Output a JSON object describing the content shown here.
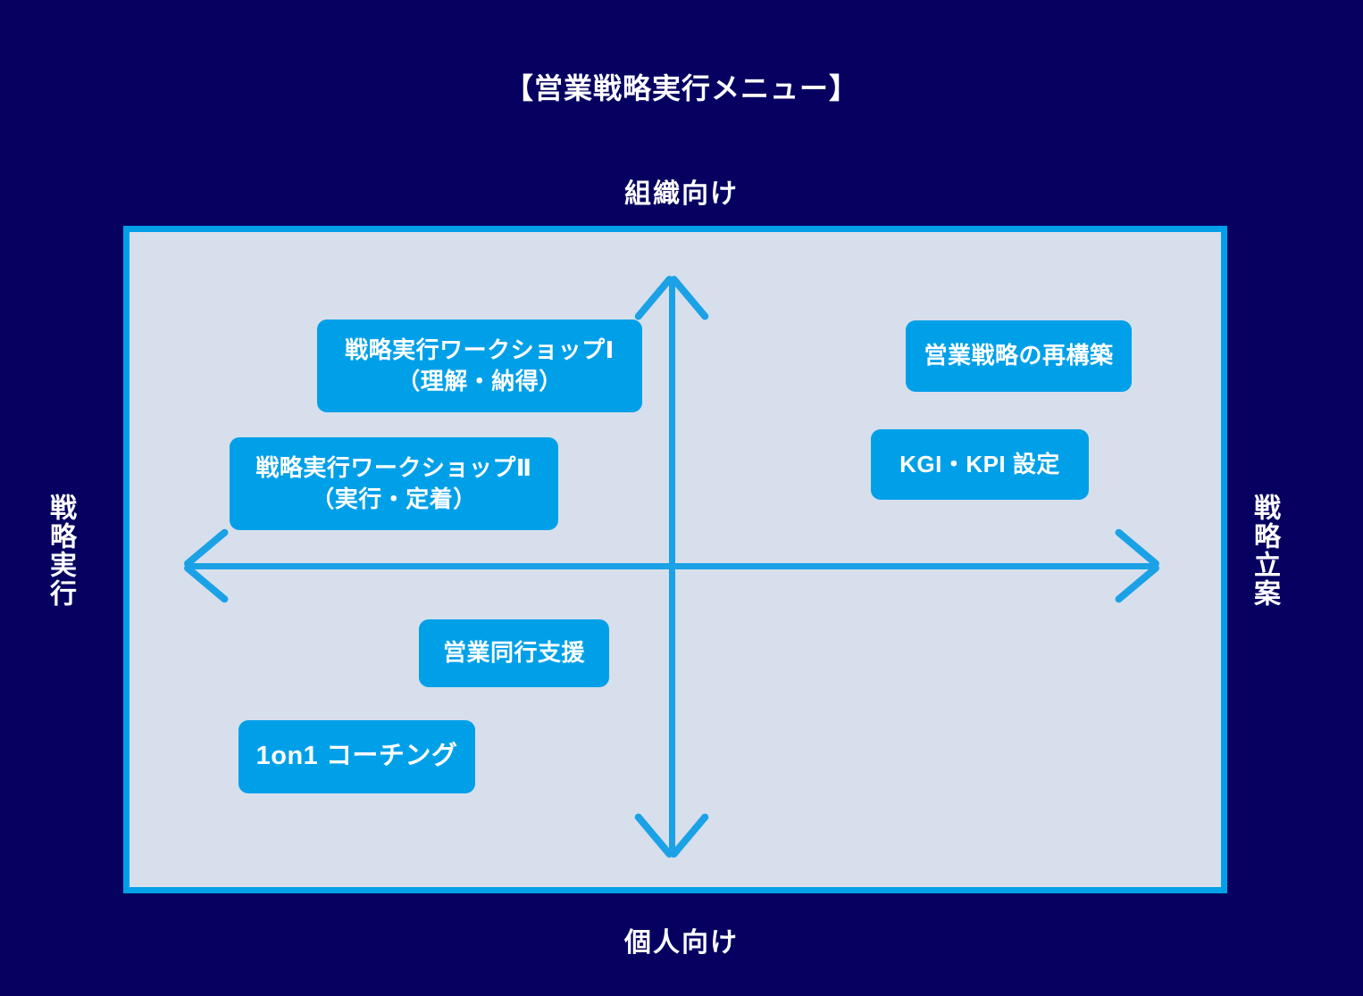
{
  "title": "【営業戦略実行メニュー】",
  "colors": {
    "background": "#060061",
    "frame_border": "#00a0e9",
    "frame_fill": "#d7dfec",
    "box_fill": "#00a0e9",
    "axis": "#1ba1e6",
    "text_on_dark": "#ffffff",
    "text_on_box": "#ffffff"
  },
  "axes": {
    "top_label": "組織向け",
    "bottom_label": "個人向け",
    "left_label": "戦略実行",
    "right_label": "戦略立案"
  },
  "chart_data": {
    "type": "scatter",
    "title": "【営業戦略実行メニュー】",
    "xlabel": "戦略実行 ←→ 戦略立案",
    "ylabel": "個人向け ←→ 組織向け",
    "x_axis": {
      "left": "戦略実行",
      "right": "戦略立案"
    },
    "y_axis": {
      "top": "組織向け",
      "bottom": "個人向け"
    },
    "grid": false,
    "legend": "none",
    "items": [
      {
        "id": "workshop-1",
        "label_line1": "戦略実行ワークショップⅠ",
        "label_line2": "（理解・納得）",
        "quadrant": "upper-left",
        "x": -0.42,
        "y": 0.62
      },
      {
        "id": "workshop-2",
        "label_line1": "戦略実行ワークショップⅡ",
        "label_line2": "（実行・定着）",
        "quadrant": "upper-left",
        "x": -0.57,
        "y": 0.42
      },
      {
        "id": "strategy-rebuild",
        "label_line1": "営業戦略の再構築",
        "label_line2": "",
        "quadrant": "upper-right",
        "x": 0.63,
        "y": 0.63
      },
      {
        "id": "kgi-kpi",
        "label_line1": "KGI・KPI 設定",
        "label_line2": "",
        "quadrant": "upper-right",
        "x": 0.54,
        "y": 0.45
      },
      {
        "id": "sales-accompaniment",
        "label_line1": "営業同行支援",
        "label_line2": "",
        "quadrant": "lower-left",
        "x": -0.22,
        "y": -0.25
      },
      {
        "id": "one-on-one-coaching",
        "label_line1": "1on1 コーチング",
        "label_line2": "",
        "quadrant": "lower-left",
        "x": -0.5,
        "y": -0.48
      }
    ]
  }
}
